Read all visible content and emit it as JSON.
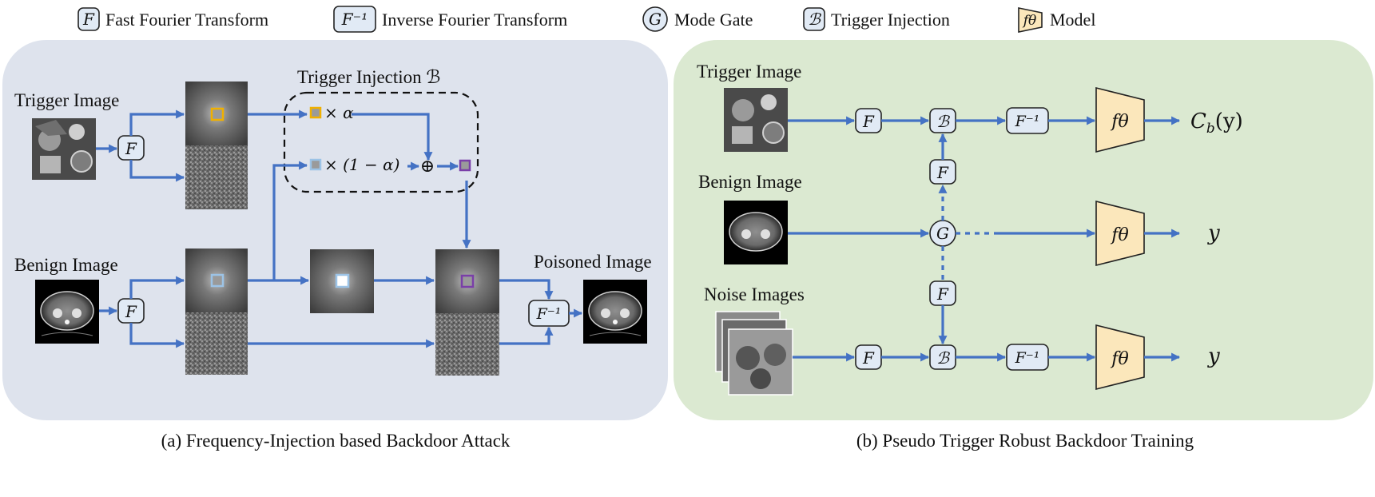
{
  "legend": [
    {
      "symbol": "F",
      "text": "Fast Fourier Transform"
    },
    {
      "symbol": "F⁻¹",
      "text": "Inverse Fourier Transform"
    },
    {
      "symbol": "G",
      "text": "Mode Gate"
    },
    {
      "symbol": "ℬ",
      "text": "Trigger Injection"
    },
    {
      "symbol": "fθ",
      "text": "Model"
    }
  ],
  "panel_a": {
    "caption": "(a) Frequency-Injection based Backdoor Attack",
    "trigger_label": "Trigger Image",
    "benign_label": "Benign Image",
    "poisoned_label": "Poisoned Image",
    "injection_title": "Trigger Injection ℬ",
    "alpha_term": "× α",
    "one_minus_alpha_term": "× (1 − α)",
    "oplus": "⊕",
    "fft": "F",
    "ifft": "F⁻¹"
  },
  "panel_b": {
    "caption": "(b) Pseudo Trigger Robust Backdoor Training",
    "trigger_label": "Trigger Image",
    "benign_label": "Benign Image",
    "noise_label": "Noise Images",
    "fft": "F",
    "ifft": "F⁻¹",
    "inject": "ℬ",
    "gate": "G",
    "model": "fθ",
    "out_trigger": "C_b(y)",
    "out_trigger_main": "C",
    "out_trigger_sub": "b",
    "out_trigger_tail": "(y)",
    "out_benign": "y",
    "out_noise": "y"
  },
  "colors": {
    "arrow": "#4472c4",
    "panel_a_bg": "#dee3ed",
    "panel_b_bg": "#dbe9d1",
    "box_fill": "#e1eaf5",
    "model_fill": "#fbe7bb",
    "patch_orange": "#f0b000",
    "patch_blue": "#9cc3e6",
    "patch_purple": "#7a3fa8"
  }
}
